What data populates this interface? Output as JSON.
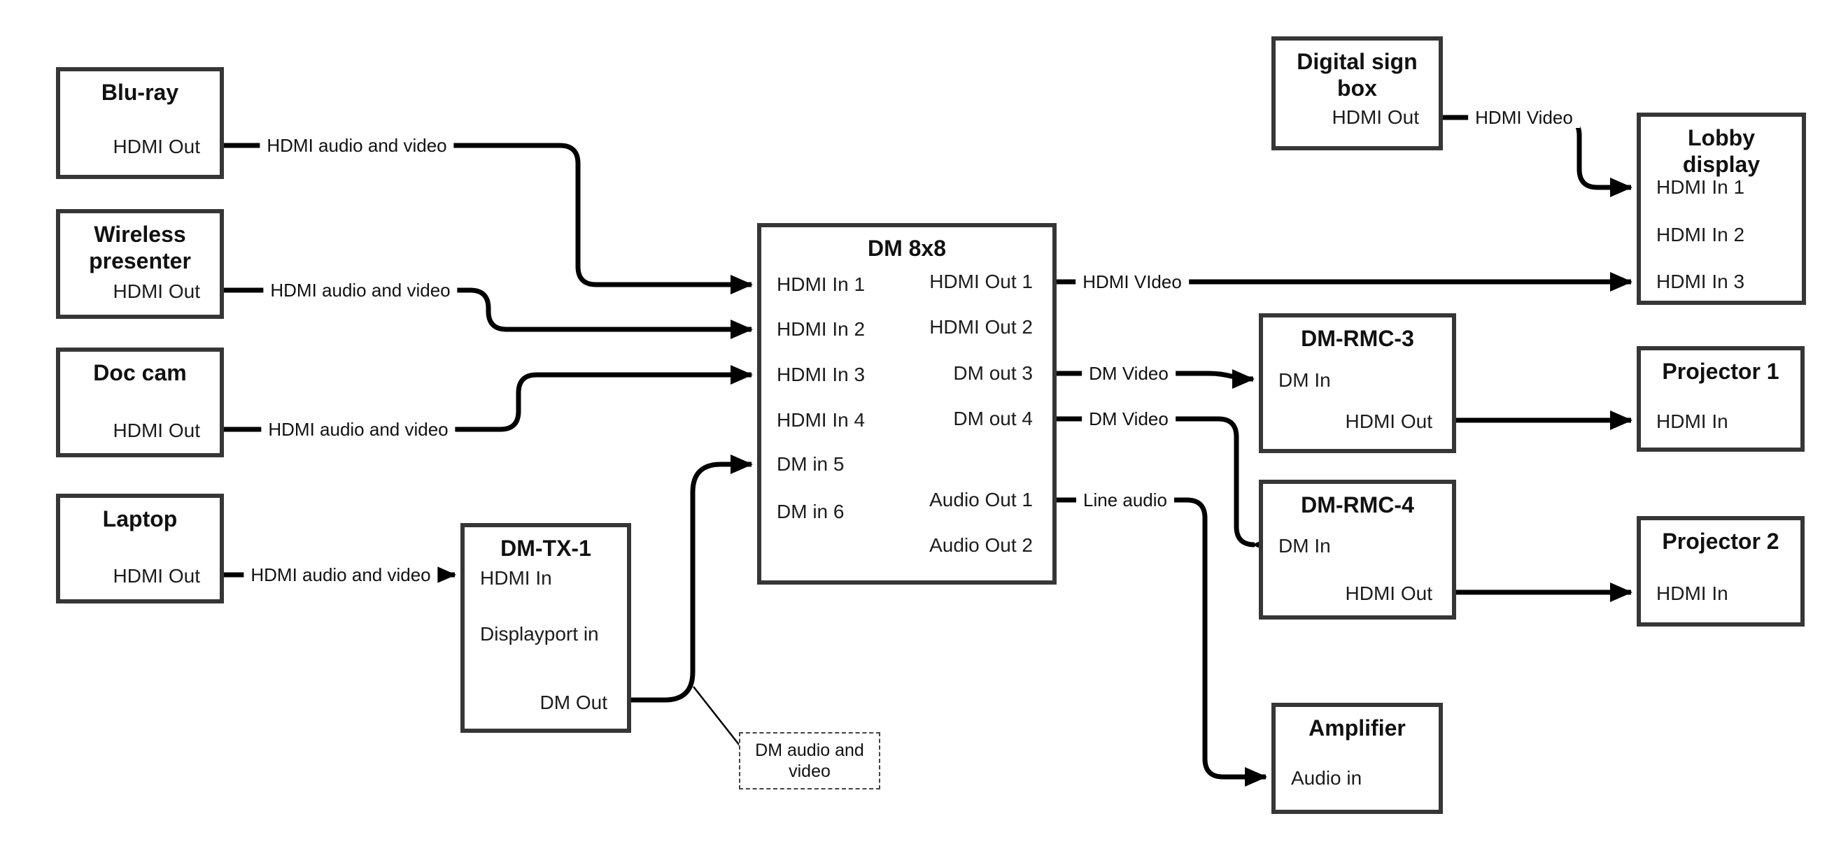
{
  "diagram_type": "av-signal-flow",
  "colors": {
    "wire": "#000000",
    "box_border": "#363636",
    "background": "#ffffff",
    "text": "#111111"
  },
  "boxes": [
    {
      "id": "blu-ray",
      "title": "Blu-ray",
      "ports": [
        "HDMI Out"
      ]
    },
    {
      "id": "wireless-presenter",
      "title": "Wireless presenter",
      "ports": [
        "HDMI Out"
      ]
    },
    {
      "id": "doc-cam",
      "title": "Doc cam",
      "ports": [
        "HDMI Out"
      ]
    },
    {
      "id": "laptop",
      "title": "Laptop",
      "ports": [
        "HDMI Out"
      ]
    },
    {
      "id": "dm-tx-1",
      "title": "DM-TX-1",
      "ports": [
        "HDMI In",
        "Displayport in",
        "DM Out"
      ]
    },
    {
      "id": "dm-8x8",
      "title": "DM 8x8",
      "ports": [
        "HDMI In 1",
        "HDMI In 2",
        "HDMI In 3",
        "HDMI In 4",
        "DM in 5",
        "DM in 6",
        "HDMI Out 1",
        "HDMI Out 2",
        "DM out 3",
        "DM out 4",
        "Audio Out 1",
        "Audio Out 2"
      ]
    },
    {
      "id": "digital-sign-box",
      "title": "Digital sign box",
      "ports": [
        "HDMI Out"
      ]
    },
    {
      "id": "lobby-display",
      "title": "Lobby display",
      "ports": [
        "HDMI In 1",
        "HDMI In 2",
        "HDMI In 3"
      ]
    },
    {
      "id": "dm-rmc-3",
      "title": "DM-RMC-3",
      "ports": [
        "DM In",
        "HDMI Out"
      ]
    },
    {
      "id": "projector-1",
      "title": "Projector 1",
      "ports": [
        "HDMI In"
      ]
    },
    {
      "id": "dm-rmc-4",
      "title": "DM-RMC-4",
      "ports": [
        "DM In",
        "HDMI Out"
      ]
    },
    {
      "id": "projector-2",
      "title": "Projector 2",
      "ports": [
        "HDMI In"
      ]
    },
    {
      "id": "amplifier",
      "title": "Amplifier",
      "ports": [
        "Audio in"
      ]
    }
  ],
  "wire_labels": [
    {
      "text": "HDMI audio and video"
    },
    {
      "text": "HDMI audio and video"
    },
    {
      "text": "HDMI audio and video"
    },
    {
      "text": "HDMI audio and video"
    },
    {
      "text": "HDMI VIdeo"
    },
    {
      "text": "HDMI Video"
    },
    {
      "text": "DM Video"
    },
    {
      "text": "DM Video"
    },
    {
      "text": "Line audio"
    }
  ],
  "annotation": {
    "text": "DM audio and video"
  },
  "connections": [
    {
      "from": "Blu-ray / HDMI Out",
      "to": "DM 8x8 / HDMI In 1",
      "label": "HDMI audio and video"
    },
    {
      "from": "Wireless presenter / HDMI Out",
      "to": "DM 8x8 / HDMI In 2",
      "label": "HDMI audio and video"
    },
    {
      "from": "Doc cam / HDMI Out",
      "to": "DM 8x8 / HDMI In 3",
      "label": "HDMI audio and video"
    },
    {
      "from": "Laptop / HDMI Out",
      "to": "DM-TX-1 / HDMI In",
      "label": "HDMI audio and video"
    },
    {
      "from": "DM-TX-1 / DM Out",
      "to": "DM 8x8 / DM in 5",
      "label": "DM audio and video"
    },
    {
      "from": "DM 8x8 / HDMI Out 1",
      "to": "Lobby display / HDMI In 3",
      "label": "HDMI VIdeo"
    },
    {
      "from": "Digital sign box / HDMI Out",
      "to": "Lobby display / HDMI In 1",
      "label": "HDMI Video"
    },
    {
      "from": "DM 8x8 / DM out 3",
      "to": "DM-RMC-3 / DM In",
      "label": "DM Video"
    },
    {
      "from": "DM 8x8 / DM out 4",
      "to": "DM-RMC-4 / DM In",
      "label": "DM Video"
    },
    {
      "from": "DM 8x8 / Audio Out 1",
      "to": "Amplifier / Audio in",
      "label": "Line audio"
    },
    {
      "from": "DM-RMC-3 / HDMI Out",
      "to": "Projector 1 / HDMI In",
      "label": ""
    },
    {
      "from": "DM-RMC-4 / HDMI Out",
      "to": "Projector 2 / HDMI In",
      "label": ""
    }
  ]
}
